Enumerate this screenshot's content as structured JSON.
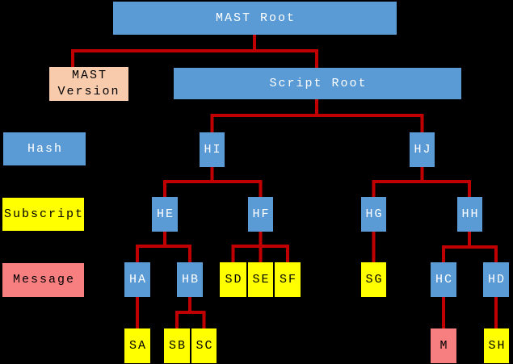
{
  "colors": {
    "hash_box": "#5B9BD5",
    "subscript_box": "#FFFF00",
    "message_box": "#F87F80",
    "version_box": "#F8CBAD",
    "connector": "#C00000",
    "background": "#000000",
    "text_on_blue": "#FFFFFF",
    "text_on_light": "#000000"
  },
  "legend": {
    "hash": "Hash",
    "subscript": "Subscript",
    "message": "Message"
  },
  "nodes": {
    "mast_root": "MAST Root",
    "mast_version": "MAST Version",
    "script_root": "Script Root",
    "hi": "HI",
    "hj": "HJ",
    "he": "HE",
    "hf": "HF",
    "hg": "HG",
    "hh": "HH",
    "ha": "HA",
    "hb": "HB",
    "sd": "SD",
    "se": "SE",
    "sf": "SF",
    "sg": "SG",
    "hc": "HC",
    "hd": "HD",
    "sa": "SA",
    "sb": "SB",
    "sc": "SC",
    "m": "M",
    "sh": "SH"
  },
  "edges": {
    "MAST Root": [
      "MAST Version",
      "Script Root"
    ],
    "Script Root": [
      "HI",
      "HJ"
    ],
    "HI": [
      "HE",
      "HF"
    ],
    "HJ": [
      "HG",
      "HH"
    ],
    "HE": [
      "HA",
      "HB"
    ],
    "HF": [
      "SD",
      "SE",
      "SF"
    ],
    "HG": [
      "SG"
    ],
    "HH": [
      "HC",
      "HD"
    ],
    "HA": [
      "SA"
    ],
    "HB": [
      "SB",
      "SC"
    ],
    "HC": [
      "M"
    ],
    "HD": [
      "SH"
    ]
  }
}
